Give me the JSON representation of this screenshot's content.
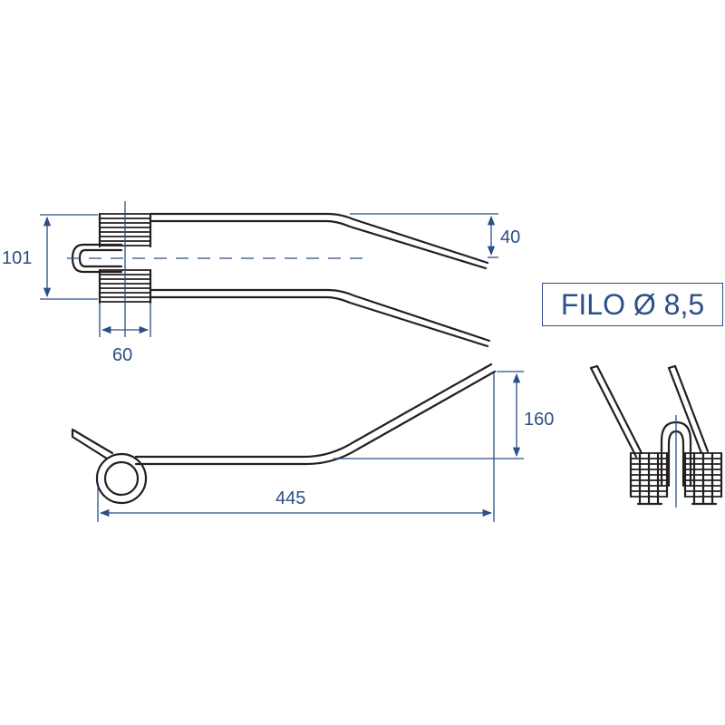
{
  "dimensions": {
    "height_total": "101",
    "coil_width": "60",
    "tine_drop": "40",
    "tine_rise": "160",
    "length": "445"
  },
  "material_label": "FILO Ø 8,5",
  "colors": {
    "wire": "#231f20",
    "dimension": "#2b4f86",
    "background": "#ffffff"
  }
}
